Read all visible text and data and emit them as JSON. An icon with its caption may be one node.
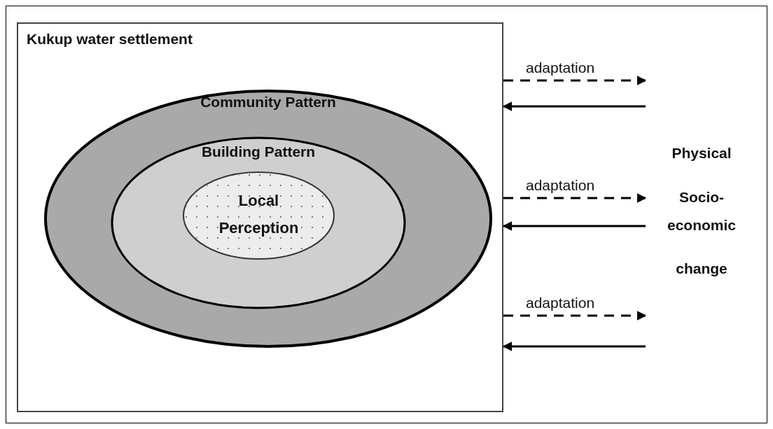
{
  "diagram": {
    "nodes": [
      {
        "text": [
          "Kukup water settlement"
        ]
      },
      {
        "text": [
          "Community Pattern"
        ],
        "in": 0
      },
      {
        "text": [
          "Building Pattern"
        ],
        "in": 1
      },
      {
        "text": [
          "Local Perception"
        ],
        "in": 2
      },
      {
        "text": [
          "Physical",
          "Socio- economic",
          "change"
        ]
      }
    ],
    "edges": [
      {
        "from": 0,
        "to": 4,
        "arrow": "to",
        "label": "adaptation",
        "style": "dashed"
      },
      {
        "from": 4,
        "to": 0,
        "arrow": "to"
      },
      {
        "from": 0,
        "to": 4,
        "arrow": "to",
        "label": "adaptation",
        "style": "dashed"
      },
      {
        "from": 4,
        "to": 0,
        "arrow": "to"
      },
      {
        "from": 0,
        "to": 4,
        "arrow": "to",
        "label": "adaptation",
        "style": "dashed"
      },
      {
        "from": 4,
        "to": 0,
        "arrow": "to"
      }
    ]
  }
}
